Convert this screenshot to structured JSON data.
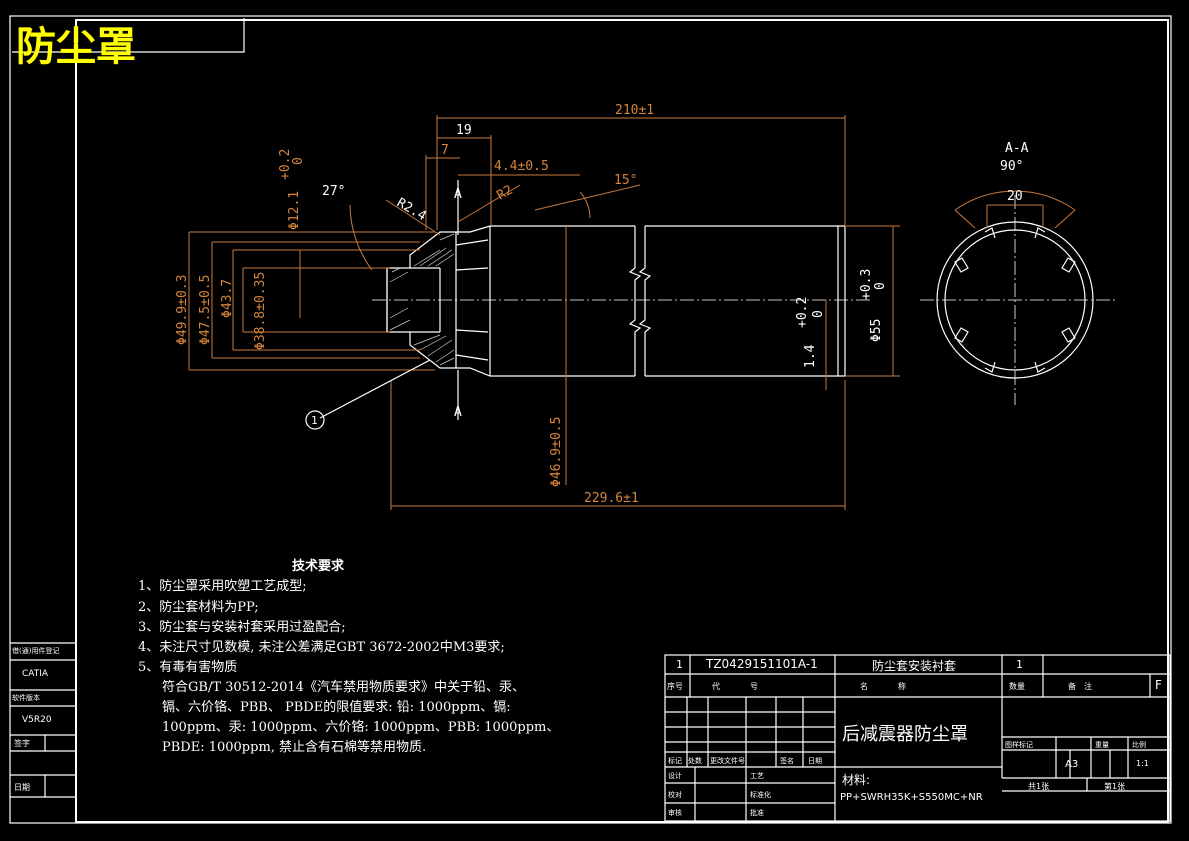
{
  "title": "防尘罩",
  "dimensions": {
    "overall_length": "210±1",
    "total_length": "229.6±1",
    "d19": "19",
    "d7": "7",
    "d44": "4.4±0.5",
    "angle15": "15°",
    "angle27": "27°",
    "r24": "R2.4",
    "r2": "R2",
    "d121": "Φ12.1",
    "d121_tol": "+0.2",
    "d121_tol2": "0",
    "d499": "Φ49.9±0.3",
    "d475": "Φ47.5±0.5",
    "d437": "Φ43.7",
    "d388": "Φ38.8±0.35",
    "d469": "Φ46.9±0.5",
    "d14": "1.4",
    "d14_tol": "+0.2",
    "d14_tol2": "0",
    "d55": "Φ55",
    "d55_tol": "+0.3",
    "d55_tol2": "0",
    "section_label": "A-A",
    "section_a": "A",
    "angle90": "90°",
    "d20": "20",
    "balloon": "1"
  },
  "notes": {
    "heading": "技术要求",
    "lines": [
      "1、防尘罩采用吹塑工艺成型;",
      "2、防尘套材料为PP;",
      "3、防尘套与安装衬套采用过盈配合;",
      "4、未注尺寸见数模, 未注公差满足GBT 3672-2002中M3要求;",
      "5、有毒有害物质",
      "符合GB/T 30512-2014《汽车禁用物质要求》中关于铅、汞、",
      "镉、六价铬、PBB、 PBDE的限值要求: 铅: 1000ppm、镉:",
      "100ppm、汞: 1000ppm、六价铬: 1000ppm、PBB: 1000ppm、",
      "PBDE: 1000ppm, 禁止含有石棉等禁用物质."
    ]
  },
  "left_strip": {
    "label1": "借(通)用件登记",
    "value1": "CATIA",
    "label2": "软件版本",
    "value2": "V5R20",
    "label3": "签字",
    "label4": "日期"
  },
  "title_block": {
    "seq": "1",
    "code": "TZ0429151101A-1",
    "name_ref": "防尘套安装衬套",
    "qty": "1",
    "h_seq": "序号",
    "h_code": "代号",
    "h_name": "名称",
    "h_qty": "数量",
    "h_remark": "备注",
    "tag_f": "F",
    "part_name": "后减震器防尘罩",
    "h_mark": "标记",
    "h_count": "处数",
    "h_change": "更改文件号",
    "h_sign": "签名",
    "h_date": "日期",
    "h_design": "设计",
    "h_process": "工艺",
    "h_check": "校对",
    "h_standard": "标准化",
    "h_review": "审核",
    "h_approve": "批准",
    "material_label": "材料:",
    "material": "PP+SWRH35K+S550MC+NR",
    "h_stage": "图样标记",
    "h_weight": "重量",
    "h_scale": "比例",
    "size": "A3",
    "scale": "1:1",
    "sheets_total": "共1张",
    "sheet_no": "第1张"
  }
}
